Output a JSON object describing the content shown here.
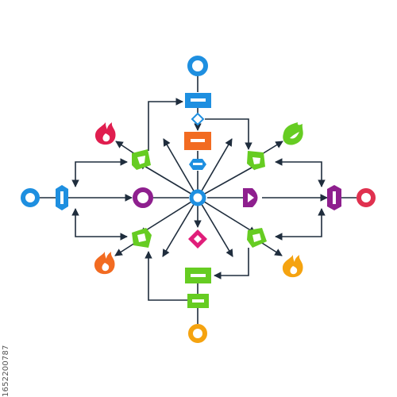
{
  "stock_id": "1652200787",
  "colors": {
    "line": "#1f2d3d",
    "blue": "#1e8fe0",
    "orange": "#f26b21",
    "purple": "#8e1f8e",
    "red": "#e0314f",
    "green": "#66cc22",
    "pink": "#e01e7a",
    "amber": "#f5a310",
    "blue_dark": "#0f6fc0"
  },
  "icons": [
    "ring-terminal",
    "rectangle-process",
    "diamond-decision",
    "hexagon",
    "flame-icon",
    "leaf-icon"
  ]
}
